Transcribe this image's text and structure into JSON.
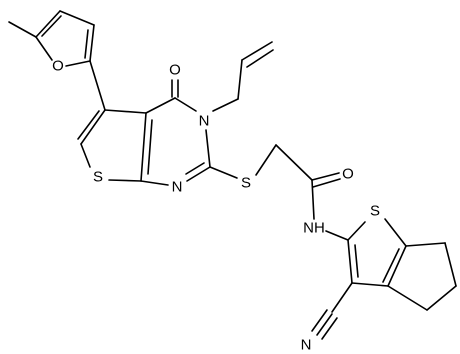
{
  "atom_labels": {
    "O_furan": "O",
    "O_carbonyl": "O",
    "N_ring": "N",
    "N_imine": "N",
    "S_thiophene": "S",
    "S_thioether": "S",
    "O_amide": "O",
    "NH_amide": "NH",
    "S_thiophene2": "S",
    "N_nitrile": "N"
  },
  "colors": {
    "bond": "#000000",
    "label": "#000000",
    "background": "#ffffff"
  }
}
